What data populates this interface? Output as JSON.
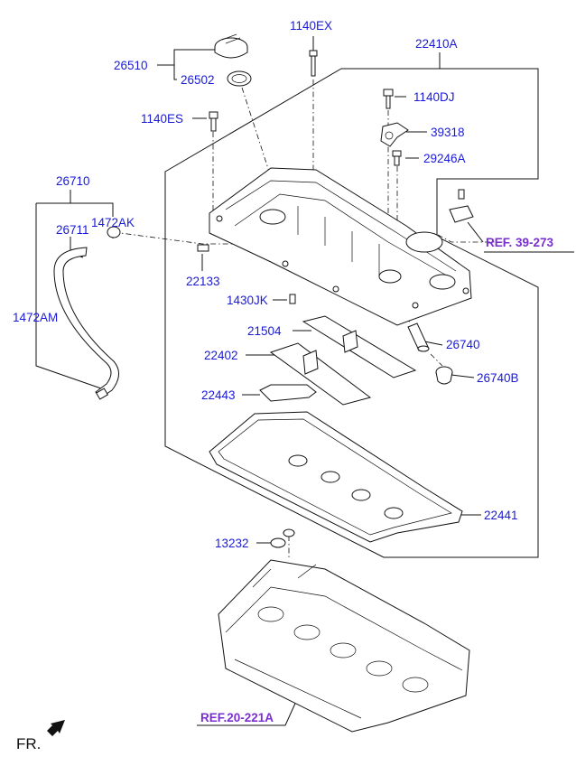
{
  "labels": {
    "p26510": "26510",
    "p26502": "26502",
    "p1140EX": "1140EX",
    "p22410A": "22410A",
    "p1140DJ": "1140DJ",
    "p1140ES": "1140ES",
    "p39318": "39318",
    "p29246A": "29246A",
    "p26710": "26710",
    "p26711": "26711",
    "p1472AK": "1472AK",
    "p1472AM": "1472AM",
    "p22133": "22133",
    "p1430JK": "1430JK",
    "p21504": "21504",
    "p26740": "26740",
    "p22402": "22402",
    "p26740B": "26740B",
    "p22443": "22443",
    "p22441": "22441",
    "p13232": "13232"
  },
  "refs": {
    "ref_39_273": "REF. 39-273",
    "ref_20_221A": "REF.20-221A"
  },
  "direction": {
    "front_label": "FR."
  },
  "colors": {
    "part_number": "#1a1ad6",
    "reference": "#7a2fd0",
    "line": "#111111"
  }
}
